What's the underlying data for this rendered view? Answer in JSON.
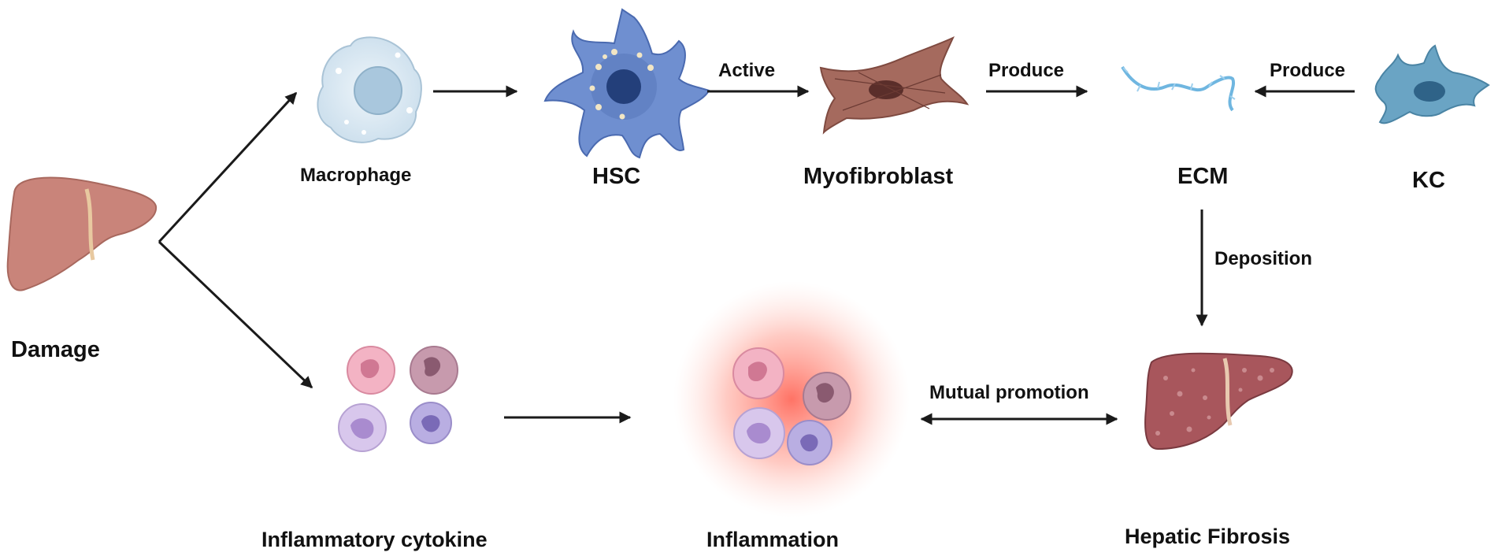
{
  "labels": {
    "damage": "Damage",
    "macrophage": "Macrophage",
    "hsc": "HSC",
    "myofibroblast": "Myofibroblast",
    "ecm": "ECM",
    "kc": "KC",
    "inflammatory_cytokine": "Inflammatory cytokine",
    "inflammation": "Inflammation",
    "hepatic_fibrosis": "Hepatic Fibrosis"
  },
  "arrow_labels": {
    "active": "Active",
    "produce_1": "Produce",
    "produce_2": "Produce",
    "deposition": "Deposition",
    "mutual_promotion": "Mutual promotion"
  },
  "colors": {
    "liver": "#c9847a",
    "fibrotic_liver": "#a8565c",
    "macrophage": "#dbe9f2",
    "hsc": "#6f8fd0",
    "myofibroblast": "#a56a5e",
    "ecm_fiber": "#6fb6e0",
    "kc": "#6aa4c4",
    "inflammation_glow": "#ff7a6b",
    "arrow": "#1a1a1a"
  }
}
